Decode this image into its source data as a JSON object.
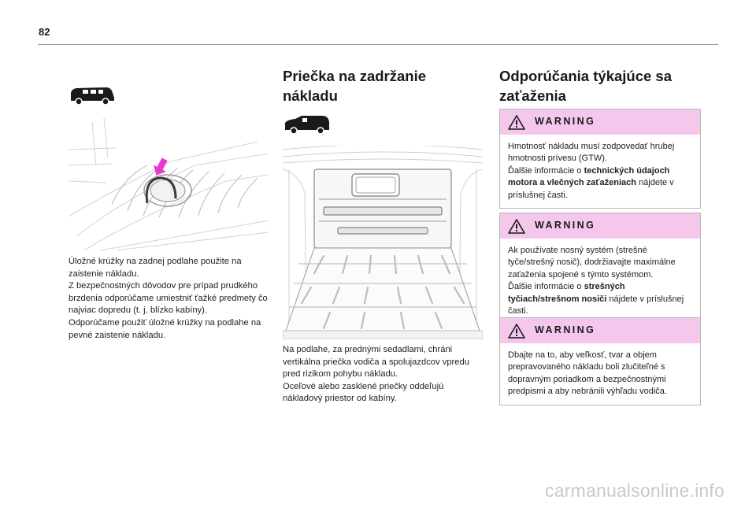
{
  "page": {
    "number": "82"
  },
  "col1": {
    "caption_lines": [
      "Úložné krúžky na zadnej podlahe použite na zaistenie nákladu.",
      "Z bezpečnostných dôvodov pre prípad prudkého brzdenia odporúčame umiestniť ťažké predmety čo najviac dopredu (t. j. blízko kabíny).",
      "Odporúčame použiť úložné krúžky na podlahe na pevné zaistenie nákladu."
    ],
    "van_icon": "passenger-van-icon",
    "illustration": "floor-stowage-ring-illustration",
    "arrow_color": "#e63bd0"
  },
  "col2": {
    "title": "Priečka na zadržanie nákladu",
    "caption_lines": [
      "Na podlahe, za prednými sedadlami, chráni vertikálna priečka vodiča a spolujazdcov vpredu pred rizikom pohybu nákladu.",
      "Oceľové alebo zasklené priečky oddeľujú nákladový priestor od kabíny."
    ],
    "van_icon": "panel-van-icon",
    "illustration": "cargo-bulkhead-illustration"
  },
  "col3": {
    "title": "Odporúčania týkajúce sa zaťaženia",
    "warnings": [
      {
        "label": "WARNING",
        "text_1": "Hmotnosť nákladu musí zodpovedať hrubej hmotnosti prívesu (GTW).",
        "text_2_prefix": "Ďalšie informácie o ",
        "text_2_bold": "technických údajoch motora a vlečných zaťaženiach",
        "text_2_suffix": " nájdete v príslušnej časti."
      },
      {
        "label": "WARNING",
        "text_1": "Ak používate nosný systém (strešné tyče/strešný nosič), dodržiavajte maximálne zaťaženia spojené s týmto systémom.",
        "text_2_prefix": "Ďalšie informácie o ",
        "text_2_bold": "strešných tyčiach/strešnom nosiči",
        "text_2_suffix": " nájdete v príslušnej časti."
      },
      {
        "label": "WARNING",
        "text_1": "Dbajte na to, aby veľkosť, tvar a objem prepravovaného nákladu boli zlučiteľné s dopravným poriadkom a bezpečnostnými predpismi a aby nebránili výhľadu vodiča."
      }
    ],
    "warning_color": "#f6c7ec"
  },
  "watermark": {
    "text": "carmanualsonline.info"
  }
}
